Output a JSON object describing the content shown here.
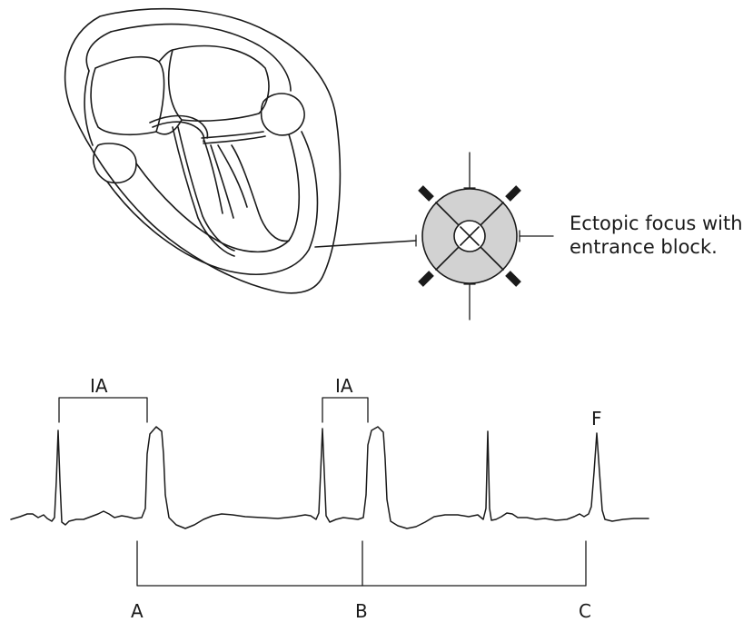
{
  "caption": {
    "line1": "Ectopic focus with",
    "line2": "entrance block."
  },
  "ecg_labels": {
    "interval_1": "IA",
    "interval_2": "IA",
    "fusion": "F",
    "point_a": "A",
    "point_b": "B",
    "point_c": "C"
  },
  "colors": {
    "stroke": "#1a1a1a",
    "focus_fill": "#d2d2d2"
  }
}
